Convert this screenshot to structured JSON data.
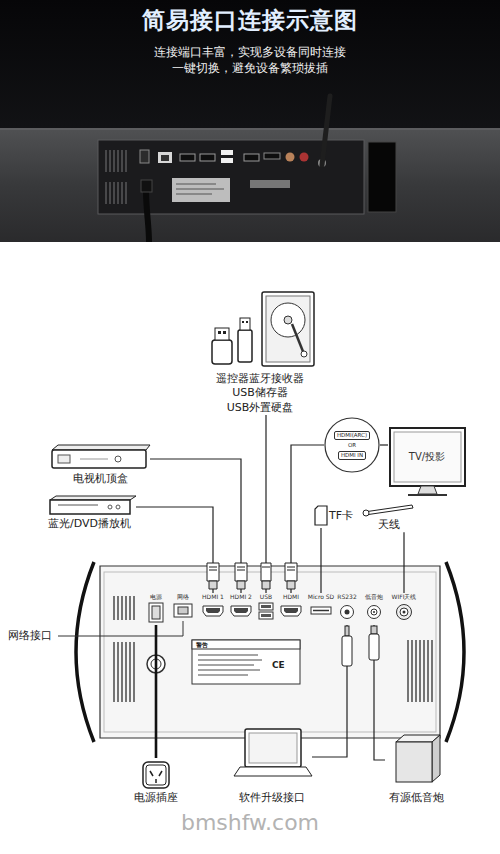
{
  "diagram": {
    "title": "简易接口连接示意图",
    "nodes": [
      {
        "text": [
          "遥控器蓝牙接收器 USB储存器 USB外置硬盘"
        ]
      },
      {
        "text": [
          "HDMI(ARC)",
          "OR",
          "HDMI IN"
        ]
      },
      {
        "text": [
          "TV/投影"
        ]
      },
      {
        "text": [
          "电视机顶盒"
        ]
      },
      {
        "text": [
          "蓝光/DVD播放机"
        ]
      },
      {
        "text": [
          "TF卡"
        ]
      },
      {
        "text": [
          "天线"
        ]
      },
      {
        "text": [
          "电源"
        ]
      },
      {
        "text": [
          "网络"
        ]
      },
      {
        "text": [
          "HDMI 1"
        ]
      },
      {
        "text": [
          "HDMI 2"
        ]
      },
      {
        "text": [
          "USB"
        ]
      },
      {
        "text": [
          "HDMI"
        ]
      },
      {
        "text": [
          "Micro SD"
        ]
      },
      {
        "text": [
          "RS232"
        ]
      },
      {
        "text": [
          "低音炮"
        ]
      },
      {
        "text": [
          "WIFI天线"
        ]
      },
      {
        "text": [
          "电源插座"
        ]
      },
      {
        "text": [
          "软件升级接口"
        ]
      },
      {
        "text": [
          "有源低音炮"
        ]
      }
    ],
    "edges": [
      {
        "from": 0,
        "to": 11,
        "arrow": "none"
      },
      {
        "from": 1,
        "to": 12,
        "arrow": "none"
      },
      {
        "from": 1,
        "to": 2,
        "arrow": "none"
      },
      {
        "from": 3,
        "to": 10,
        "arrow": "none"
      },
      {
        "from": 4,
        "to": 9,
        "arrow": "none"
      },
      {
        "from": 5,
        "to": 13,
        "arrow": "none"
      },
      {
        "from": 6,
        "to": 16,
        "arrow": "none"
      },
      {
        "from": 7,
        "to": 17,
        "arrow": "none"
      },
      {
        "from": 18,
        "to": 14,
        "arrow": "none"
      },
      {
        "from": 19,
        "to": 15,
        "arrow": "none"
      }
    ],
    "labels": [
      "连接端口丰富，实现多设备同时连接 一键切换，避免设备繁琐拔插",
      "网络接口",
      "警告",
      "CE",
      "bmshfw.com"
    ]
  }
}
